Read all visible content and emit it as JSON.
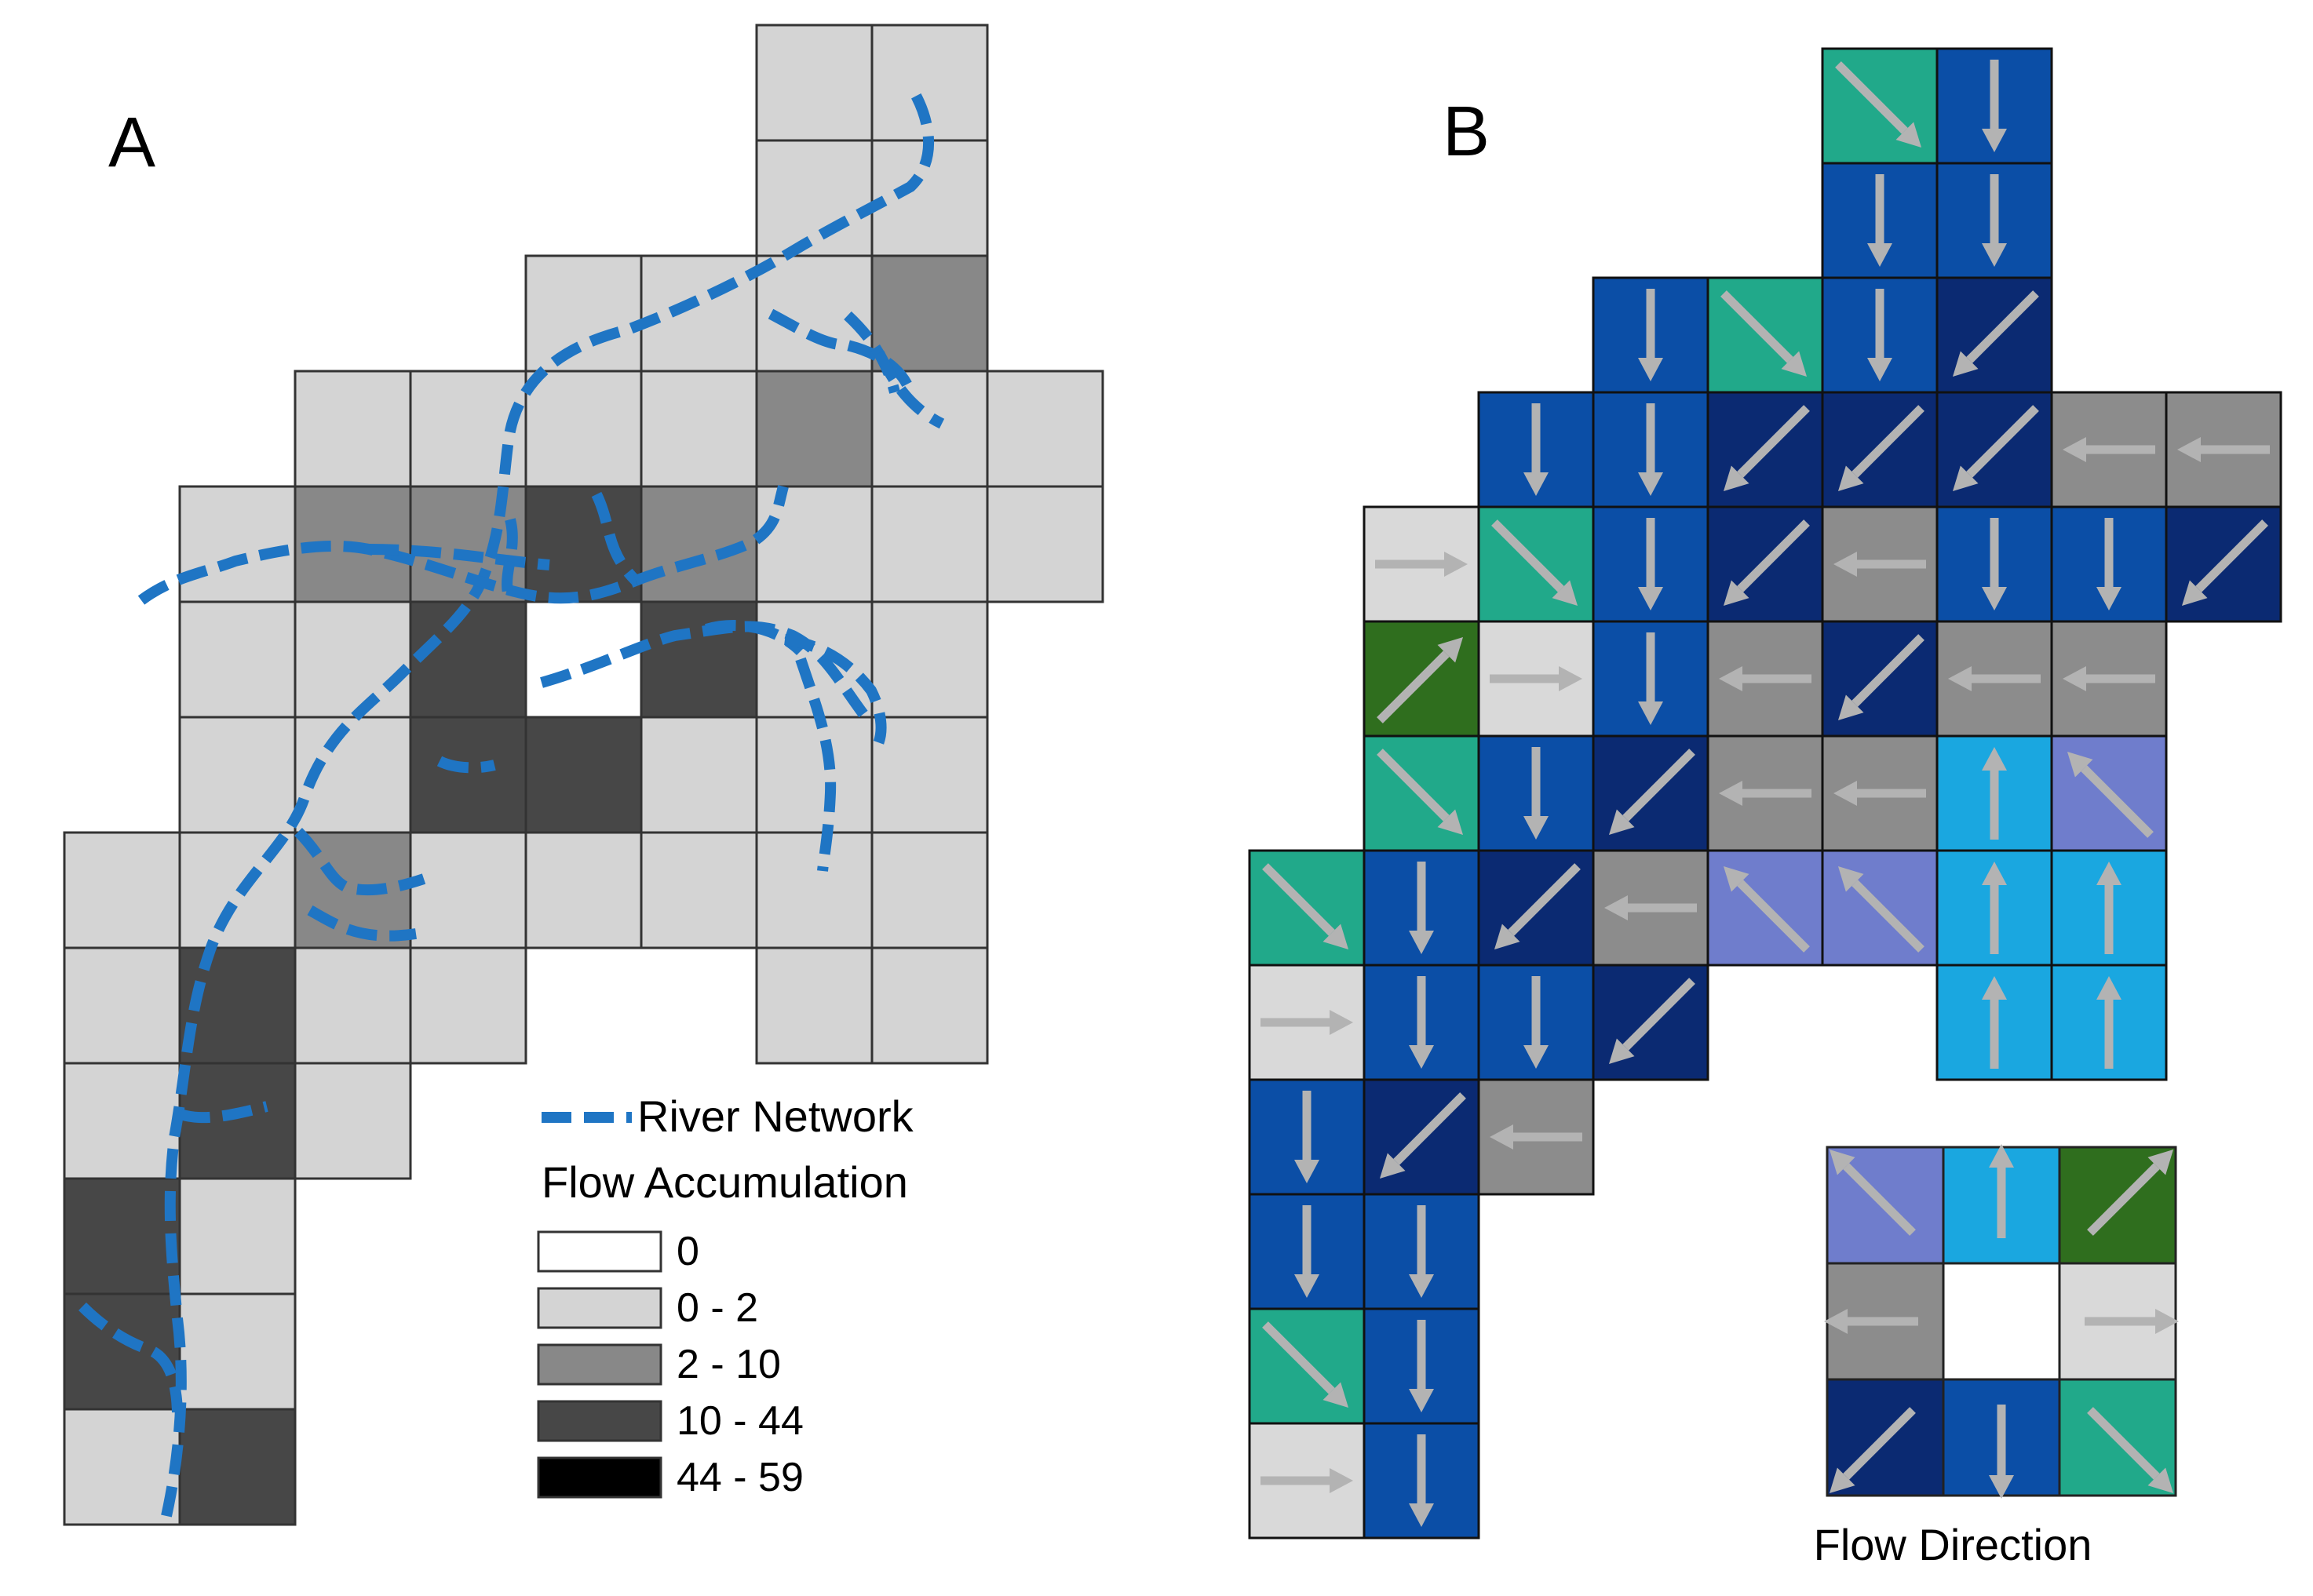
{
  "panel_a": {
    "label": "A",
    "legend": {
      "river_label": "River Network",
      "title": "Flow Accumulation",
      "classes": [
        {
          "label": "0",
          "color": "#ffffff"
        },
        {
          "label": "0 - 2",
          "color": "#d4d4d4"
        },
        {
          "label": "2   - 10",
          "color": "#888888"
        },
        {
          "label": "10 - 44",
          "color": "#474747"
        },
        {
          "label": "44 - 59",
          "color": "#000000"
        }
      ]
    },
    "colors": {
      "grid_line": "#333333",
      "river": "#1f75c4"
    }
  },
  "panel_b": {
    "label": "B",
    "legend_title": "Flow Direction",
    "direction_colors": {
      "N": "#1aa7e0",
      "NE": "#2f6e1e",
      "E": "#d9d9d9",
      "SE": "#21a98a",
      "S": "#0b4ea6",
      "SW": "#0b2a72",
      "W": "#8c8c8c",
      "NW": "#6f7dcc"
    },
    "arrow_color": "#b3b3b3"
  }
}
